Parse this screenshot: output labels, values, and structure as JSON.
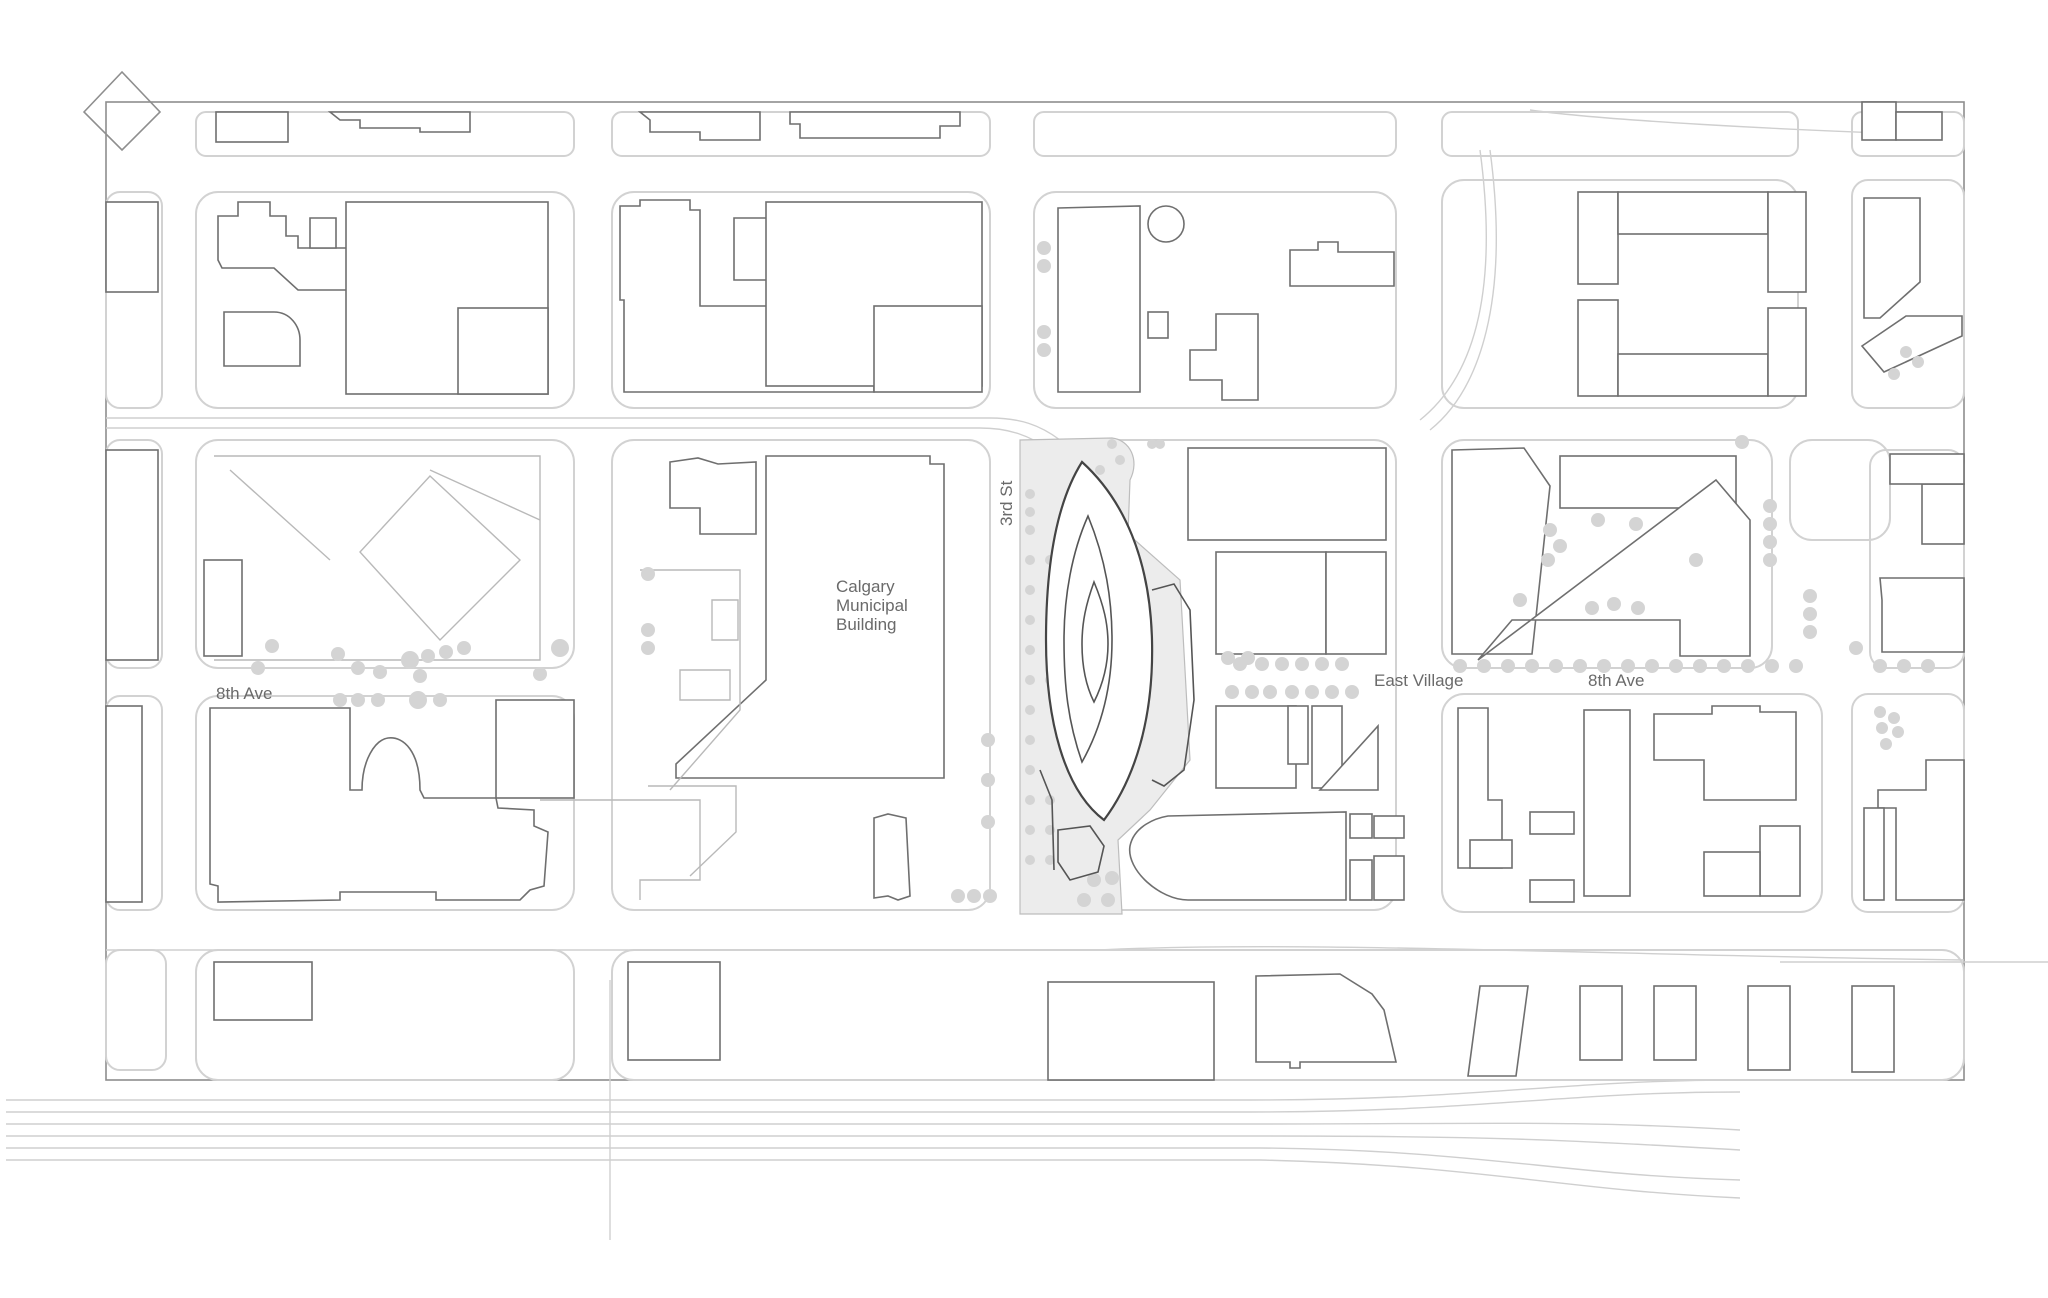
{
  "map": {
    "labels": {
      "avenue_west": "8th Ave",
      "avenue_east": "8th Ave",
      "building_line1": "Calgary",
      "building_line2": "Municipal",
      "building_line3": "Building",
      "district": "East Village",
      "street": "3rd St"
    }
  },
  "colors": {
    "background": "#ffffff",
    "building_outline": "#6f6f6f",
    "curb": "#d2d2d2",
    "tree": "#d4d4d4",
    "plaza": "#ececec",
    "library_outline": "#444444",
    "label": "#6a6a6a"
  }
}
